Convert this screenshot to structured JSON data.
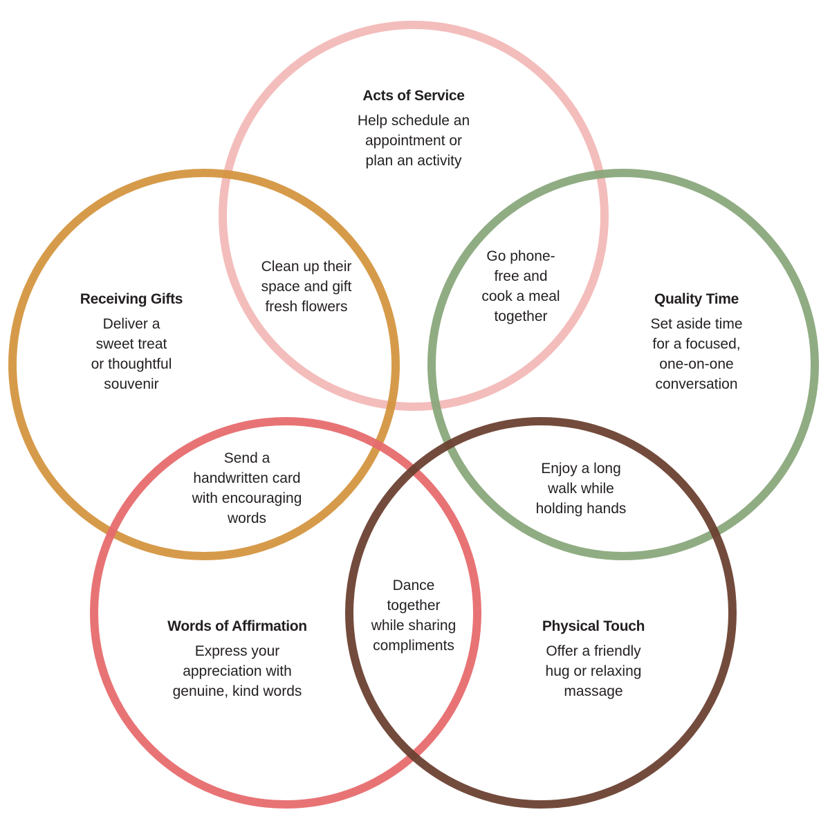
{
  "colors": {
    "acts_of_service": "#f2b9b7",
    "receiving_gifts": "#d49640",
    "quality_time": "#8aa87c",
    "words_of_affirmation": "#e76b6e",
    "physical_touch": "#6b4132",
    "text": "#231f20"
  },
  "circles": {
    "acts_of_service": {
      "title": "Acts of Service",
      "body": "Help schedule an\nappointment or\nplan an activity"
    },
    "receiving_gifts": {
      "title": "Receiving Gifts",
      "body": "Deliver a\nsweet treat\nor thoughtful\nsouvenir"
    },
    "quality_time": {
      "title": "Quality Time",
      "body": "Set aside time\nfor a focused,\none-on-one\nconversation"
    },
    "words_of_affirmation": {
      "title": "Words of Affirmation",
      "body": "Express your\nappreciation with\ngenuine, kind words"
    },
    "physical_touch": {
      "title": "Physical Touch",
      "body": "Offer a friendly\nhug or relaxing\nmassage"
    }
  },
  "overlaps": {
    "gifts_service": "Clean up their\nspace and gift\nfresh flowers",
    "service_time": "Go phone-\nfree and\ncook a meal\ntogether",
    "gifts_words": "Send a\nhandwritten card\nwith encouraging\nwords",
    "time_touch": "Enjoy a long\nwalk while\nholding hands",
    "words_touch": "Dance\ntogether\nwhile sharing\ncompliments"
  }
}
